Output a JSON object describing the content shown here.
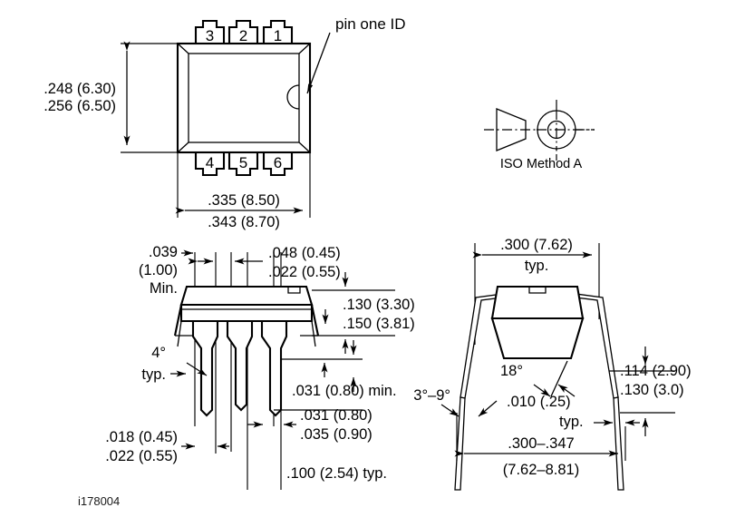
{
  "figure": {
    "id_label": "i178004",
    "package_type": "6-pin DIP package outline",
    "units_note": "inches (millimeters)"
  },
  "top_view": {
    "name": "top-view",
    "pins_upper": [
      "3",
      "2",
      "1"
    ],
    "pins_lower": [
      "4",
      "5",
      "6"
    ],
    "pin_one_id_label": "pin one ID",
    "height_dim": {
      "line1": ".248 (6.30)",
      "line2": ".256 (6.50)"
    },
    "width_dim": {
      "line1": ".335 (8.50)",
      "line2": ".343 (8.70)"
    }
  },
  "iso_symbol": {
    "name": "iso-method-a-symbol",
    "label": "ISO Method A"
  },
  "front_view": {
    "name": "front-view",
    "standoff_dim": {
      "line1": ".039",
      "line2": "(1.00)",
      "line3": "Min."
    },
    "lead_width_top_dim": {
      "line1": ".048 (0.45)",
      "line2": ".022 (0.55)"
    },
    "body_height_dim": {
      "line1": ".130 (3.30)",
      "line2": ".150 (3.81)"
    },
    "lead_angle_label": {
      "line1": "4°",
      "line2": "typ."
    },
    "seating_dim": ".031 (0.80) min.",
    "lead_thickness_dim": {
      "line1": ".018 (0.45)",
      "line2": ".022 (0.55)"
    },
    "lead_width_dim": {
      "line1": ".031 (0.80)",
      "line2": ".035 (0.90)"
    },
    "pitch_dim": ".100 (2.54) typ."
  },
  "end_view": {
    "name": "end-view",
    "row_spacing_dim": {
      "line1": ".300 (7.62)",
      "line2": "typ."
    },
    "body_angle_label": "18°",
    "lead_angle_label": "3°–9°",
    "lead_thickness_dim": {
      "line1": ".010 (.25)",
      "line2": "typ."
    },
    "seating_height_dim": {
      "line1": ".114 (2.90)",
      "line2": ".130 (3.0)"
    },
    "lead_span_dim": {
      "line1": ".300–.347",
      "line2": "(7.62–8.81)"
    }
  },
  "colors": {
    "line": "#000000",
    "background": "#ffffff",
    "text": "#000000"
  }
}
